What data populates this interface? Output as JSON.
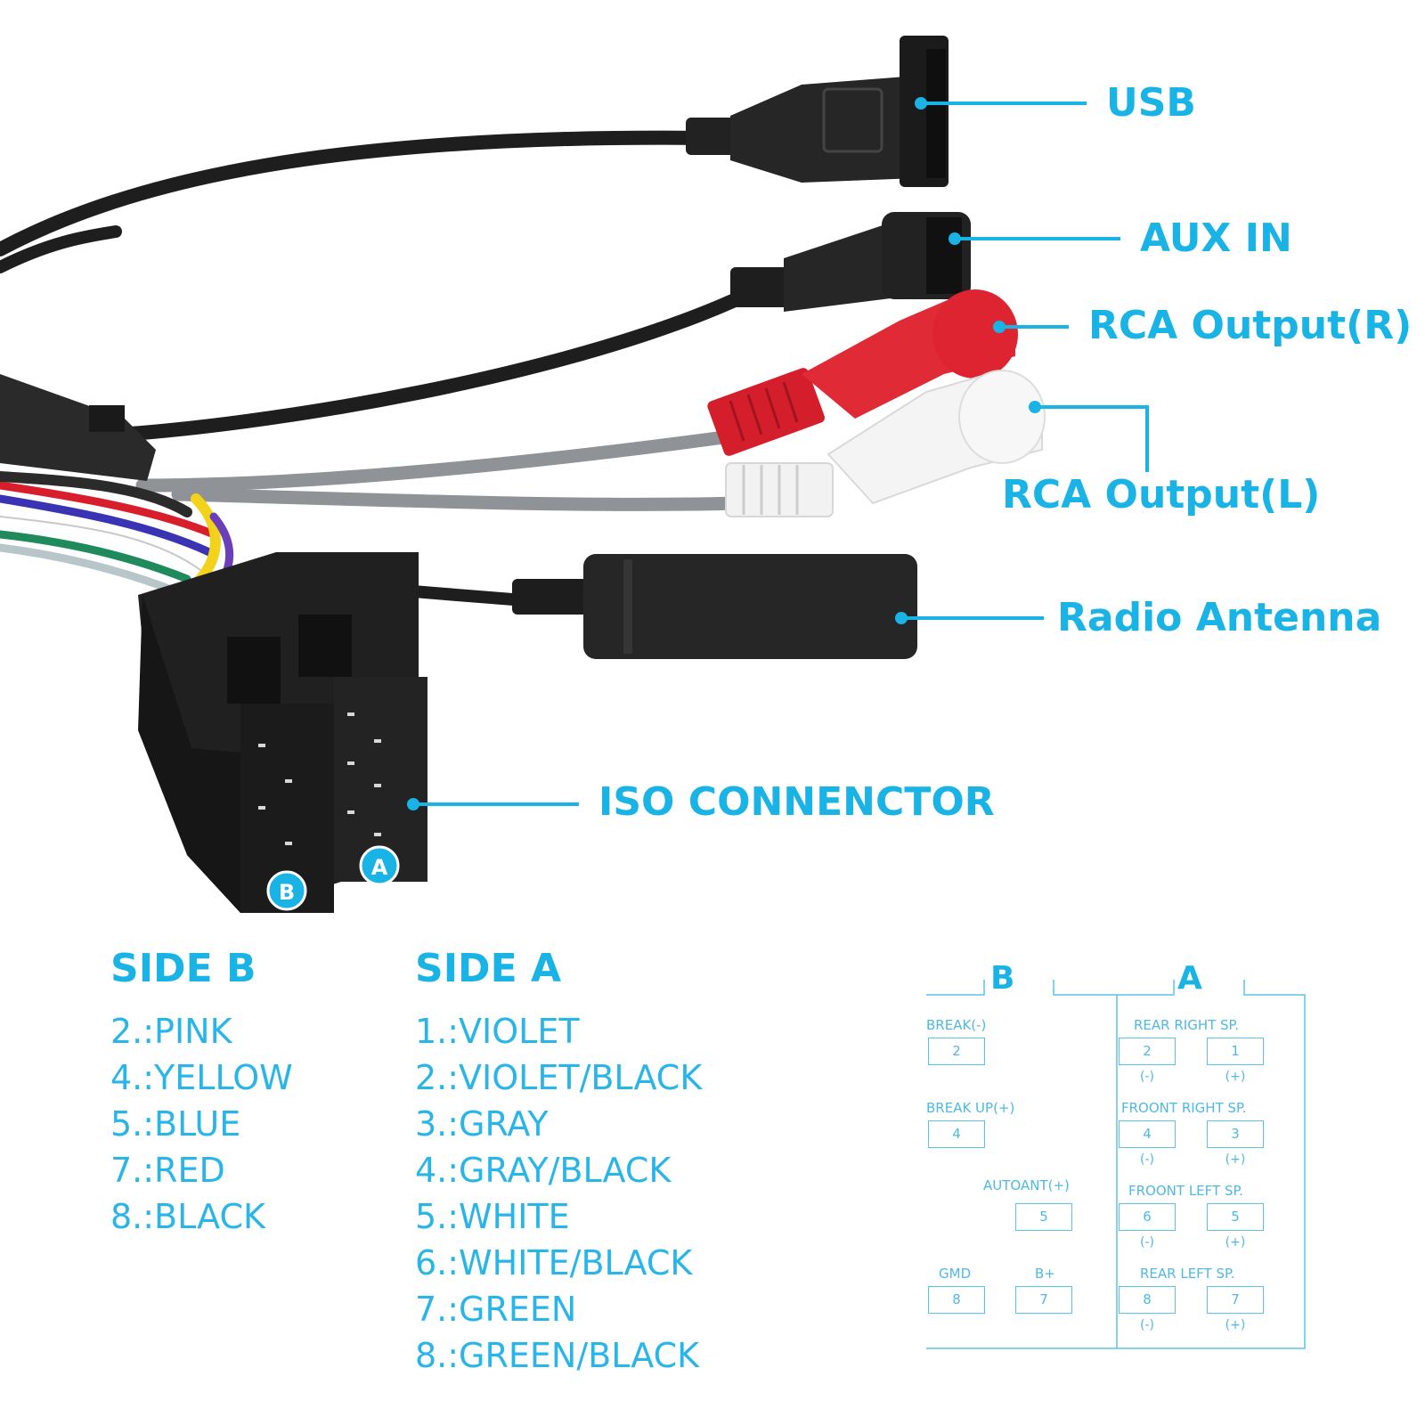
{
  "callouts": {
    "usb": "USB",
    "aux": "AUX IN",
    "rca_r": "RCA Output(R)",
    "rca_l": "RCA Output(L)",
    "antenna": "Radio Antenna",
    "iso": "ISO CONNENCTOR"
  },
  "connector_badges": {
    "a": "A",
    "b": "B"
  },
  "side_b": {
    "title": "SIDE B",
    "items": [
      "2.:PINK",
      "4.:YELLOW",
      "5.:BLUE",
      "7.:RED",
      "8.:BLACK"
    ]
  },
  "side_a": {
    "title": "SIDE A",
    "items": [
      "1.:VIOLET",
      "2.:VIOLET/BLACK",
      "3.:GRAY",
      "4.:GRAY/BLACK",
      "5.:WHITE",
      "6.:WHITE/BLACK",
      "7.:GREEN",
      "8.:GREEN/BLACK"
    ]
  },
  "pin_diagram": {
    "tab_b": "B",
    "tab_a": "A",
    "b_labels": {
      "break": "BREAK(-)",
      "break_up": "BREAK UP(+)",
      "autoant": "AUTOANT(+)",
      "gmd": "GMD",
      "bplus": "B+"
    },
    "b_pins": {
      "p2": "2",
      "p4": "4",
      "p5": "5",
      "p8": "8",
      "p7": "7"
    },
    "a_labels": {
      "rear_right": "REAR RIGHT SP.",
      "front_right": "FROONT RIGHT SP.",
      "front_left": "FROONT LEFT SP.",
      "rear_left": "REAR LEFT SP."
    },
    "a_pins": {
      "p2": "2",
      "p1": "1",
      "p4": "4",
      "p3": "3",
      "p6": "6",
      "p5": "5",
      "p8": "8",
      "p7": "7"
    },
    "polarity": {
      "neg": "(-)",
      "pos": "(+)"
    }
  },
  "colors": {
    "accent": "#1ab3e6",
    "diagram_line": "#5cc3e8"
  }
}
